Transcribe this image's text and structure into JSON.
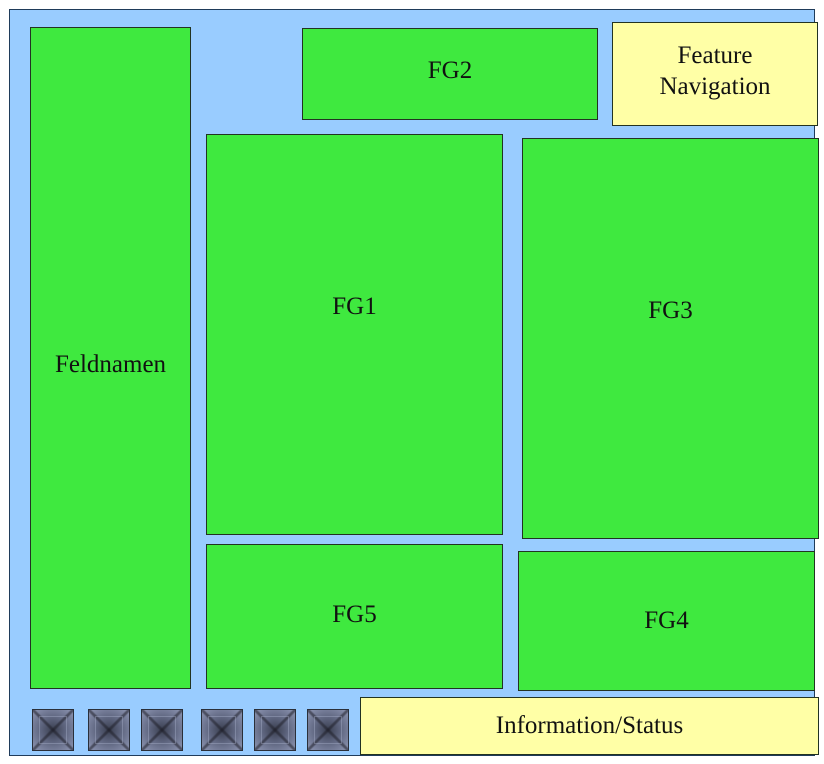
{
  "colors": {
    "background": "#99ccff",
    "feature_group": "#3fe93f",
    "info_panel": "#ffffa6",
    "border": "#223322"
  },
  "panels": {
    "feldnamen": "Feldnamen",
    "fg1": "FG1",
    "fg2": "FG2",
    "fg3": "FG3",
    "fg4": "FG4",
    "fg5": "FG5",
    "feature_navigation": "Feature\nNavigation",
    "information_status": "Information/Status"
  },
  "toolbar": {
    "buttons": [
      {
        "icon": "toolbar-button-icon"
      },
      {
        "icon": "toolbar-button-icon"
      },
      {
        "icon": "toolbar-button-icon"
      },
      {
        "icon": "toolbar-button-icon"
      },
      {
        "icon": "toolbar-button-icon"
      },
      {
        "icon": "toolbar-button-icon"
      }
    ]
  }
}
